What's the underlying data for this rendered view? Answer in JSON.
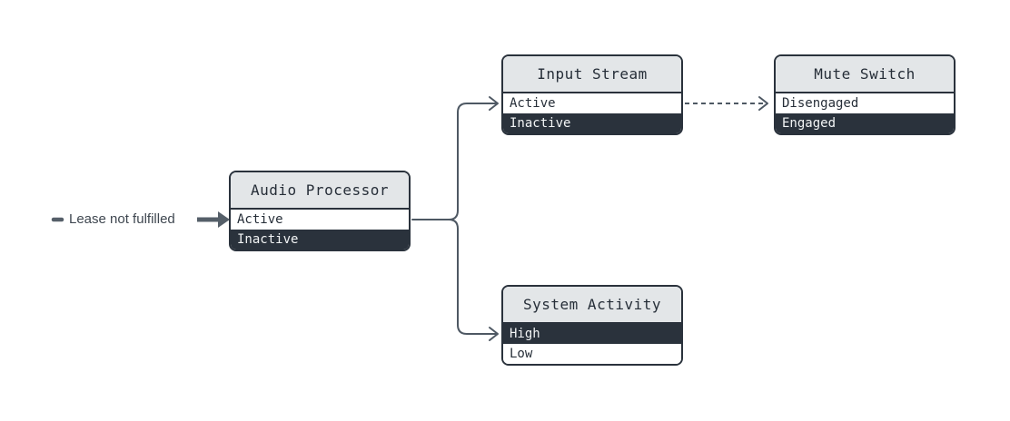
{
  "diagram": {
    "annotation": {
      "label": "Lease not fulfilled"
    },
    "nodes": [
      {
        "id": "audio-processor",
        "title": "Audio Processor",
        "states": [
          {
            "label": "Active",
            "variant": "light"
          },
          {
            "label": "Inactive",
            "variant": "dark"
          }
        ]
      },
      {
        "id": "input-stream",
        "title": "Input Stream",
        "states": [
          {
            "label": "Active",
            "variant": "light"
          },
          {
            "label": "Inactive",
            "variant": "dark"
          }
        ]
      },
      {
        "id": "mute-switch",
        "title": "Mute Switch",
        "states": [
          {
            "label": "Disengaged",
            "variant": "light"
          },
          {
            "label": "Engaged",
            "variant": "dark"
          }
        ]
      },
      {
        "id": "system-activity",
        "title": "System Activity",
        "states": [
          {
            "label": "High",
            "variant": "dark"
          },
          {
            "label": "Low",
            "variant": "light"
          }
        ]
      }
    ],
    "edges": [
      {
        "from": "audio-processor.Active",
        "to": "input-stream.Active",
        "style": "solid"
      },
      {
        "from": "audio-processor.Active",
        "to": "system-activity.High",
        "style": "solid"
      },
      {
        "from": "input-stream.Active",
        "to": "mute-switch.Disengaged",
        "style": "dashed"
      },
      {
        "from": "annotation",
        "to": "audio-processor.Active",
        "style": "thick"
      }
    ],
    "colors": {
      "background": "#ffffff",
      "node_border": "#2a323c",
      "header_bg": "#e3e6e8",
      "light_row_bg": "#ffffff",
      "dark_row_bg": "#2a323c",
      "connector": "#4e5863",
      "annotation_arrow": "#555f69",
      "annotation_text": "#3f4750"
    }
  }
}
